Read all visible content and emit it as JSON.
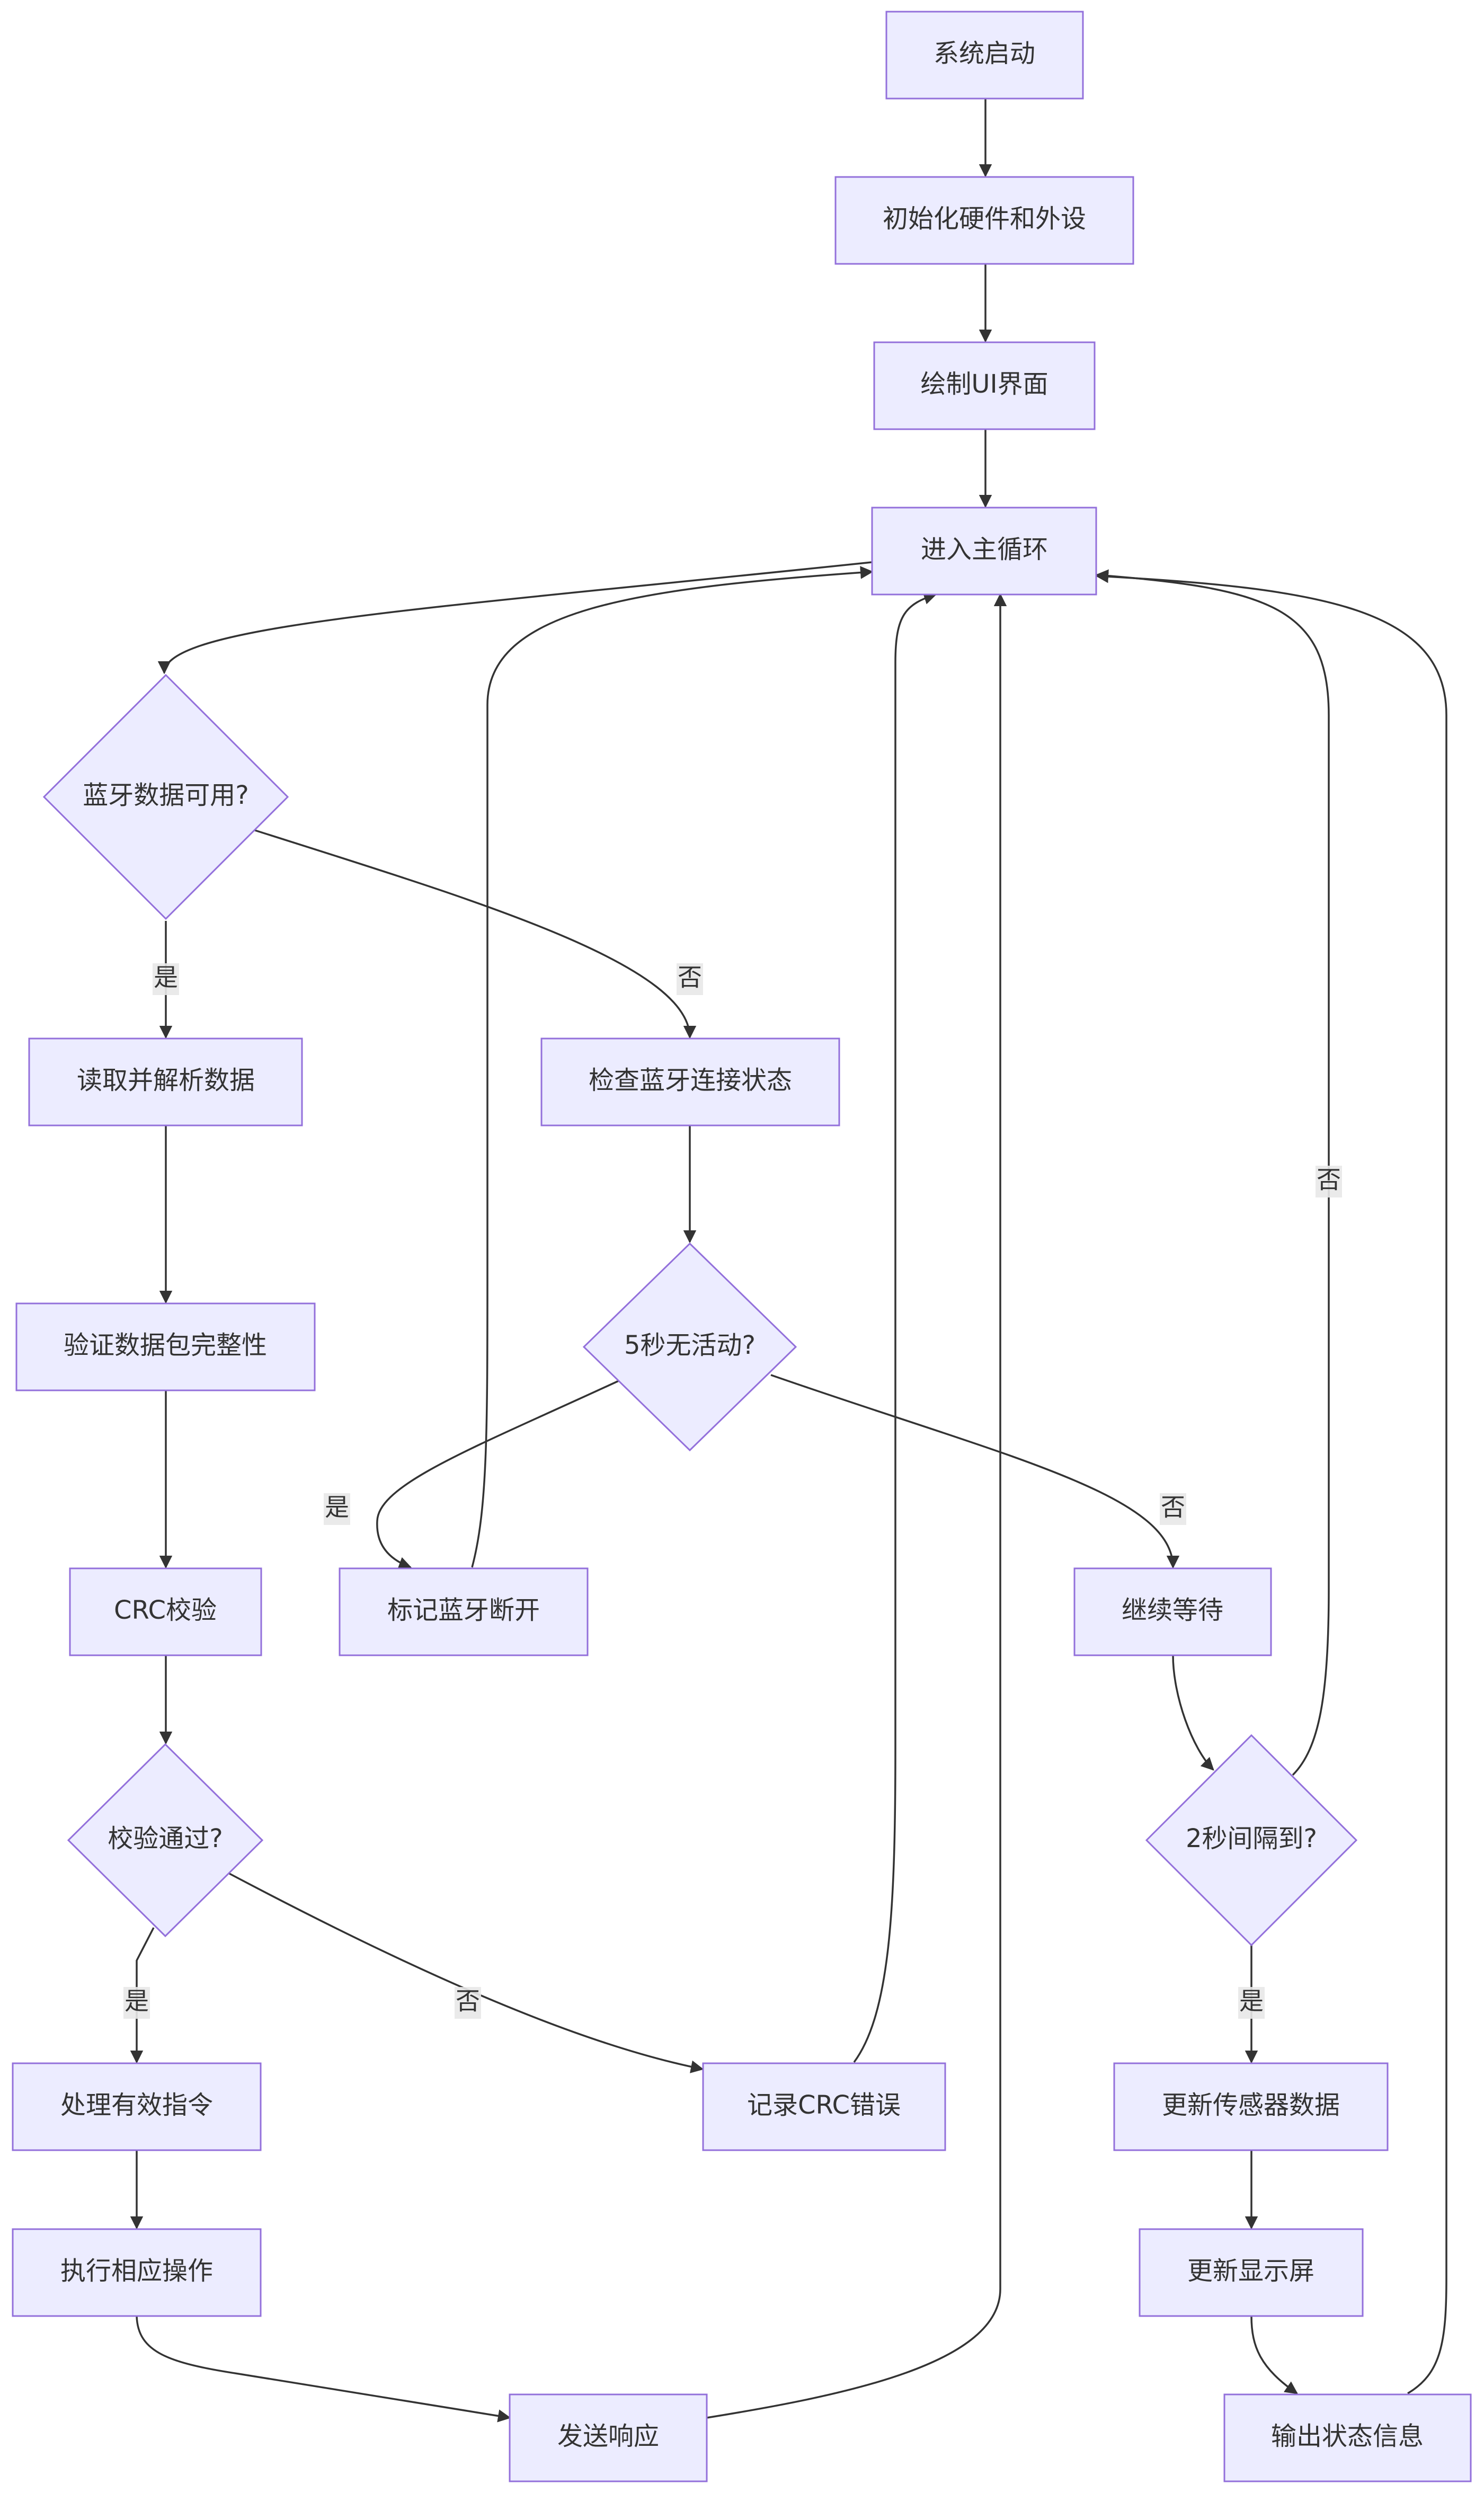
{
  "colors": {
    "node_fill": "#ECECFF",
    "node_stroke": "#9370DB",
    "edge": "#333333",
    "text": "#333333",
    "label_bg": "#e8e8e8"
  },
  "nodes": {
    "start": "系统启动",
    "init": "初始化硬件和外设",
    "draw_ui": "绘制UI界面",
    "main_loop": "进入主循环",
    "bt_available": "蓝牙数据可用?",
    "read_parse": "读取并解析数据",
    "check_conn": "检查蓝牙连接状态",
    "validate": "验证数据包完整性",
    "inactive5s": "5秒无活动?",
    "crc": "CRC校验",
    "mark_disconnect": "标记蓝牙断开",
    "keep_waiting": "继续等待",
    "crc_pass": "校验通过?",
    "interval2s": "2秒间隔到?",
    "process_cmd": "处理有效指令",
    "log_crc_err": "记录CRC错误",
    "update_sensor": "更新传感器数据",
    "execute_op": "执行相应操作",
    "update_display": "更新显示屏",
    "send_resp": "发送响应",
    "output_status": "输出状态信息"
  },
  "edge_labels": {
    "bt_yes": "是",
    "bt_no": "否",
    "inactive_yes": "是",
    "inactive_no": "否",
    "crc_yes": "是",
    "crc_no": "否",
    "interval_yes": "是",
    "interval_no": "否"
  }
}
